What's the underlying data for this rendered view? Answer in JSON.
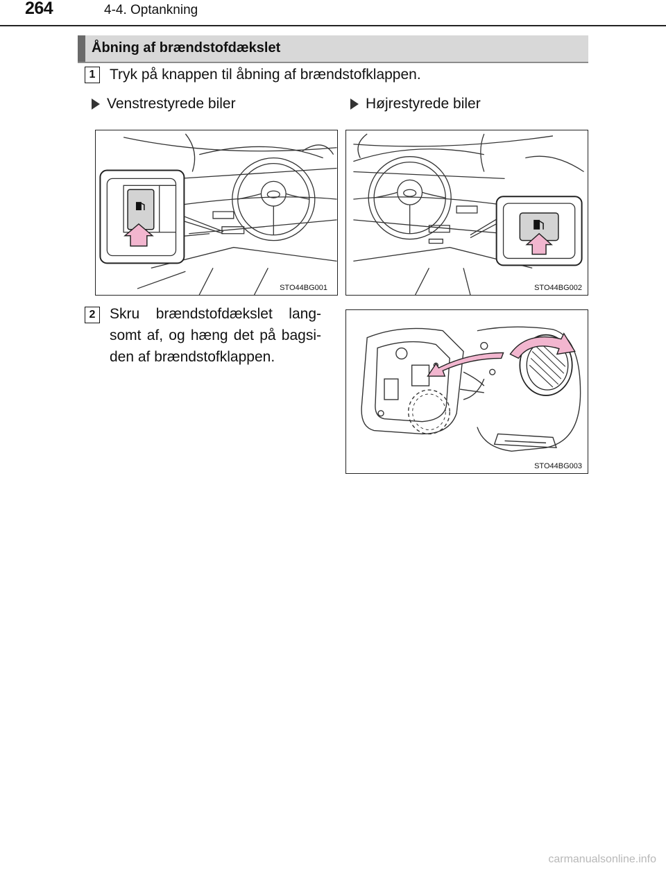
{
  "header": {
    "page_number": "264",
    "chapter": "4-4. Optankning"
  },
  "section": {
    "title": "Åbning af brændstofdækslet"
  },
  "steps": [
    {
      "number": "1",
      "text": "Tryk på knappen til åbning af brændstofklappen."
    },
    {
      "number": "2",
      "text": "Skru brændstofdækslet lang-somt af, og hæng det på bagsi-den af brændstofklappen.",
      "lines": [
        "Skru brændstofdækslet lang-",
        "somt af, og hæng det på bagsi-",
        "den af brændstofklappen."
      ]
    }
  ],
  "variants": [
    {
      "label": "Venstrestyrede biler"
    },
    {
      "label": "Højrestyrede biler"
    }
  ],
  "figures": [
    {
      "code": "STO44BG001"
    },
    {
      "code": "STO44BG002"
    },
    {
      "code": "STO44BG003"
    }
  ],
  "colors": {
    "arrow_pink": "#f2b6cf",
    "section_bar": "#d8d8d8"
  },
  "watermark": "carmanualsonline.info"
}
